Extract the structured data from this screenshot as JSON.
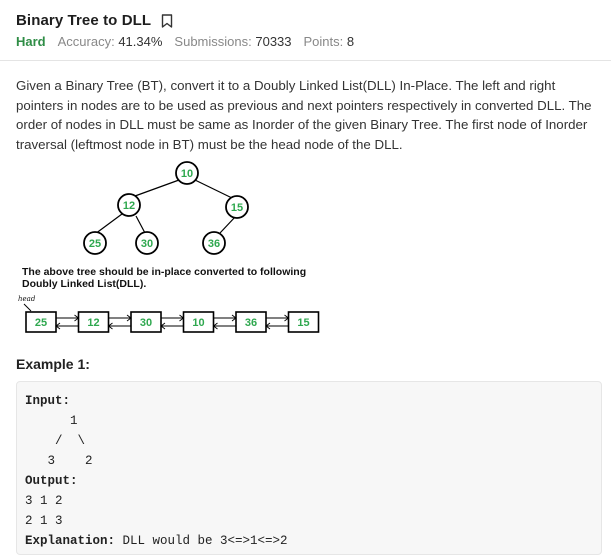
{
  "problem": {
    "title": "Binary Tree to DLL",
    "difficulty": "Hard",
    "accuracy_label": "Accuracy:",
    "accuracy_value": "41.34%",
    "submissions_label": "Submissions:",
    "submissions_value": "70333",
    "points_label": "Points:",
    "points_value": "8",
    "bookmark_icon": "bookmark-icon"
  },
  "statement": "Given a Binary Tree (BT), convert it to a Doubly Linked List(DLL) In-Place. The left and right pointers in nodes are to be used as previous and next pointers respectively in converted DLL. The order of nodes in DLL must be same as Inorder of the given Binary Tree. The first node of Inorder traversal (leftmost node in BT) must be the head node of the DLL.",
  "figure": {
    "tree_nodes": [
      "10",
      "12",
      "15",
      "25",
      "30",
      "36"
    ],
    "caption_line1": "The above tree should be in-place converted to following",
    "caption_line2": "Doubly Linked List(DLL).",
    "head_label": "head",
    "dll_values": [
      "25",
      "12",
      "30",
      "10",
      "36",
      "15"
    ],
    "node_stroke_color": "#000000",
    "node_text_color": "#2fa84f"
  },
  "example": {
    "title": "Example 1:",
    "input_label": "Input:",
    "tree_line1": "      1",
    "tree_line2": "    /  \\",
    "tree_line3": "   3    2",
    "output_label": "Output:",
    "output_line1": "3 1 2",
    "output_line2": "2 1 3",
    "explanation_label": "Explanation:",
    "explanation_text": "DLL would be 3<=>1<=>2"
  }
}
